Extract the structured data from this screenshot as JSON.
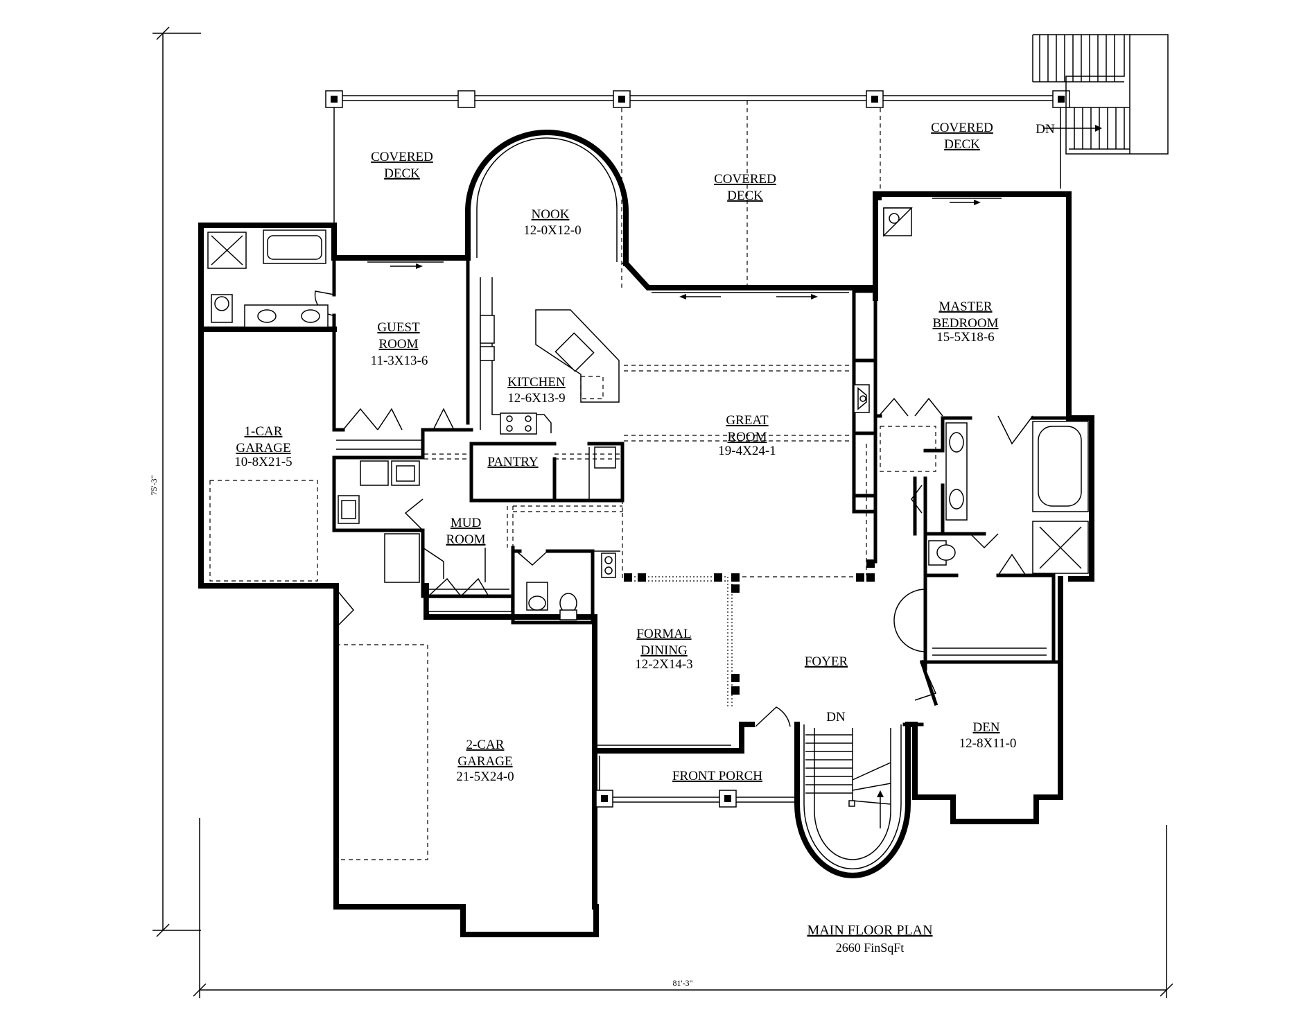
{
  "rooms": [
    {
      "id": "covered-deck-left",
      "name": [
        "COVERED",
        "DECK"
      ],
      "size": ""
    },
    {
      "id": "covered-deck-center",
      "name": [
        "COVERED",
        "DECK"
      ],
      "size": ""
    },
    {
      "id": "covered-deck-right",
      "name": [
        "COVERED",
        "DECK"
      ],
      "size": ""
    },
    {
      "id": "nook",
      "name": [
        "NOOK"
      ],
      "size": "12-0X12-0"
    },
    {
      "id": "guest-room",
      "name": [
        "GUEST",
        "ROOM"
      ],
      "size": "11-3X13-6"
    },
    {
      "id": "kitchen",
      "name": [
        "KITCHEN"
      ],
      "size": "12-6X13-9"
    },
    {
      "id": "pantry",
      "name": [
        "PANTRY"
      ],
      "size": ""
    },
    {
      "id": "great-room",
      "name": [
        "GREAT",
        "ROOM"
      ],
      "size": "19-4X24-1"
    },
    {
      "id": "master-bedroom",
      "name": [
        "MASTER",
        "BEDROOM"
      ],
      "size": "15-5X18-6"
    },
    {
      "id": "one-car-garage",
      "name": [
        "1-CAR",
        "GARAGE"
      ],
      "size": "10-8X21-5"
    },
    {
      "id": "mud-room",
      "name": [
        "MUD",
        "ROOM"
      ],
      "size": ""
    },
    {
      "id": "formal-dining",
      "name": [
        "FORMAL",
        "DINING"
      ],
      "size": "12-2X14-3"
    },
    {
      "id": "foyer",
      "name": [
        "FOYER"
      ],
      "size": ""
    },
    {
      "id": "den",
      "name": [
        "DEN"
      ],
      "size": "12-8X11-0"
    },
    {
      "id": "two-car-garage",
      "name": [
        "2-CAR",
        "GARAGE"
      ],
      "size": "21-5X24-0"
    },
    {
      "id": "front-porch",
      "name": [
        "FRONT PORCH"
      ],
      "size": ""
    }
  ],
  "stairs": {
    "deck_label": "DN",
    "foyer_label": "DN"
  },
  "dimensions": {
    "overall_depth": "75'-3\"",
    "overall_width": "81'-3\""
  },
  "plan_title": {
    "name": "MAIN FLOOR PLAN",
    "area": "2660 FinSqFt"
  }
}
